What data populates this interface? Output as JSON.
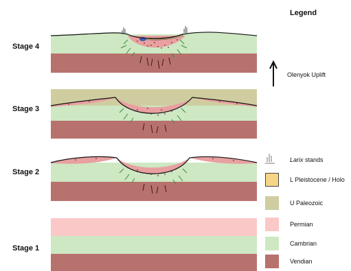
{
  "stages": [
    {
      "label": "Stage 4"
    },
    {
      "label": "Stage 3"
    },
    {
      "label": "Stage 2"
    },
    {
      "label": "Stage 1"
    }
  ],
  "legend": {
    "title": "Legend",
    "uplift": "Olenyok Uplift",
    "larix_italic": "Larix",
    "larix_rest": " stands",
    "items": [
      {
        "label": "L Pleistocene / Holo",
        "color": "#f7d587"
      },
      {
        "label": "U Paleozoic",
        "color": "#cfcd9f"
      },
      {
        "label": "Permian",
        "color": "#fbc8c8"
      },
      {
        "label": "Cambrian",
        "color": "#cde8c3"
      },
      {
        "label": "Vendian",
        "color": "#b8726e"
      }
    ]
  },
  "colors": {
    "vendian": "#b8726e",
    "cambrian": "#cde8c3",
    "permian": "#fbc8c8",
    "paleozoic": "#cfcd9f",
    "pleistocene": "#f7d587",
    "dots": "#7a2a2a",
    "roots": "#4a1f1f",
    "green_roots": "#3f8a3f"
  }
}
